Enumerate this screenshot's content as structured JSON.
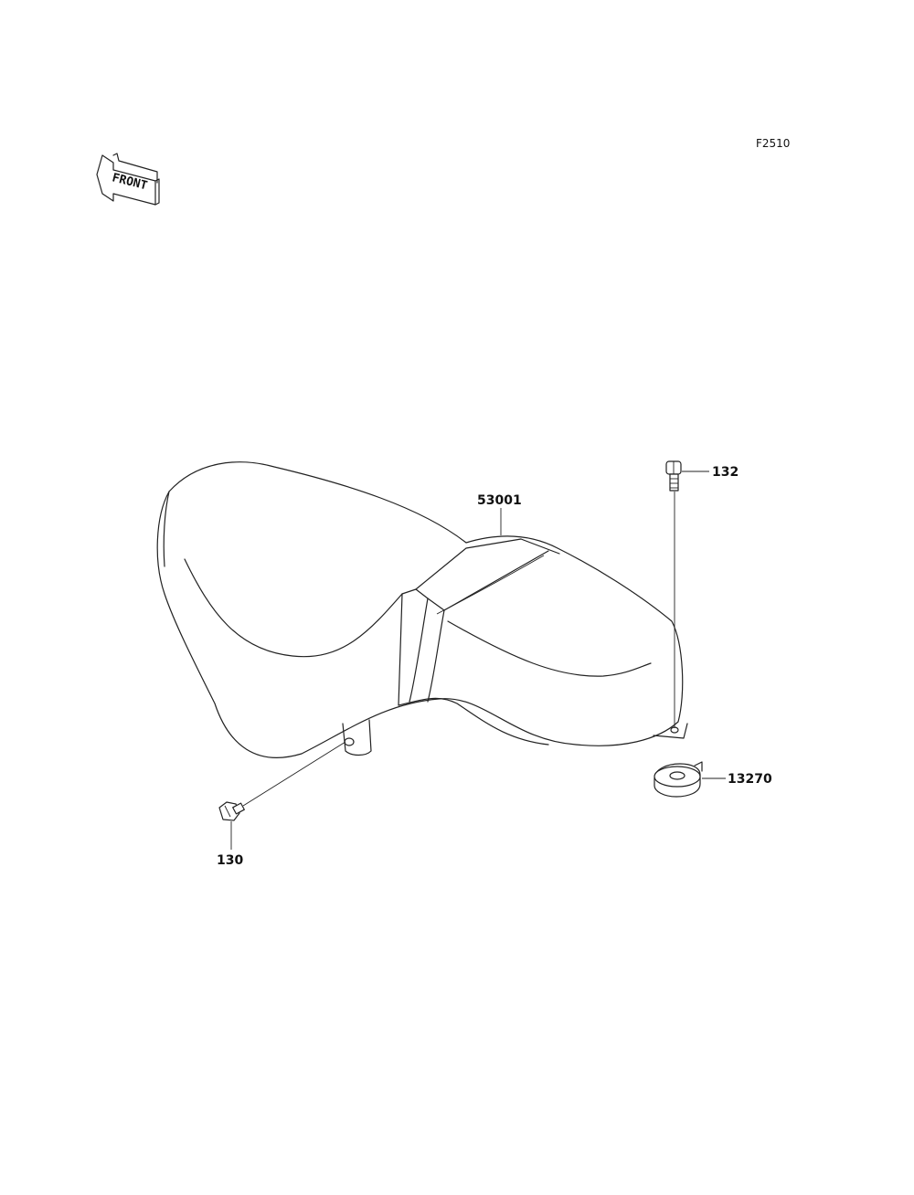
{
  "figure_code": "F2510",
  "front_arrow": {
    "label": "FRONT",
    "icon": "front-direction-arrow-icon"
  },
  "parts": [
    {
      "number": "53001"
    },
    {
      "number": "132"
    },
    {
      "number": "13270"
    },
    {
      "number": "130"
    }
  ]
}
